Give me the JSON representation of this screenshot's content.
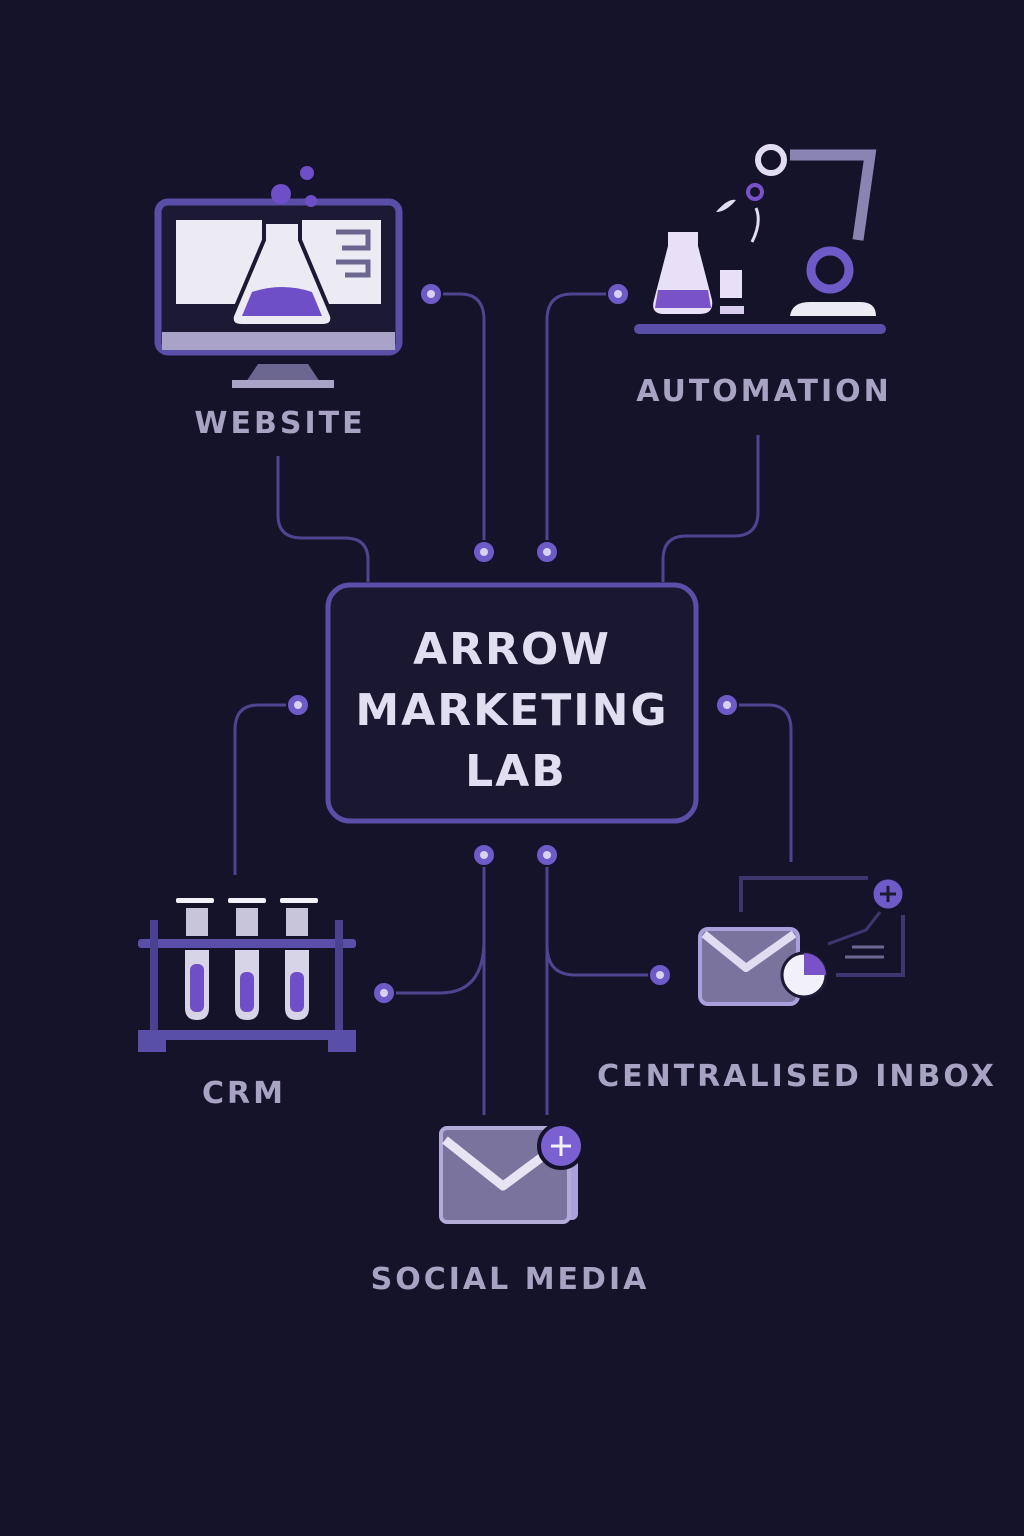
{
  "hub": {
    "line1": "ARROW",
    "line2": "MARKETING",
    "line3": "LAB"
  },
  "nodes": {
    "website": "WEBSITE",
    "automation": "AUTOMATION",
    "crm": "CRM",
    "centralised_inbox": "CENTRALISED INBOX",
    "social_media": "SOCIAL MEDIA"
  },
  "colors": {
    "background": "#15132a",
    "accent": "#6e5bc8",
    "wire": "#4e4490",
    "text": "#a8a3c2"
  }
}
